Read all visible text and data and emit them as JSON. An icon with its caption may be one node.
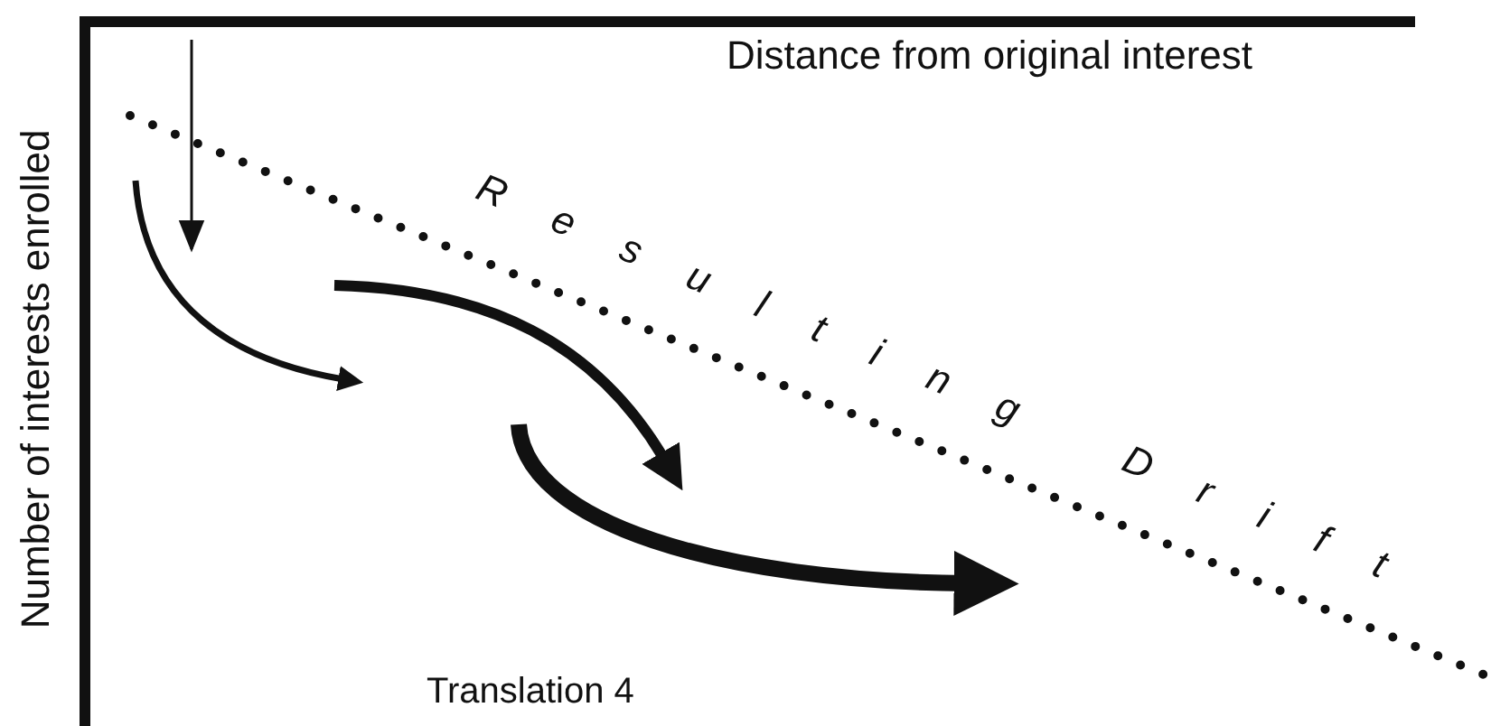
{
  "diagram": {
    "labels": [
      "Distance from original interest",
      "Number of interests enrolled",
      "Resulting Drift",
      "Translation 4"
    ]
  }
}
